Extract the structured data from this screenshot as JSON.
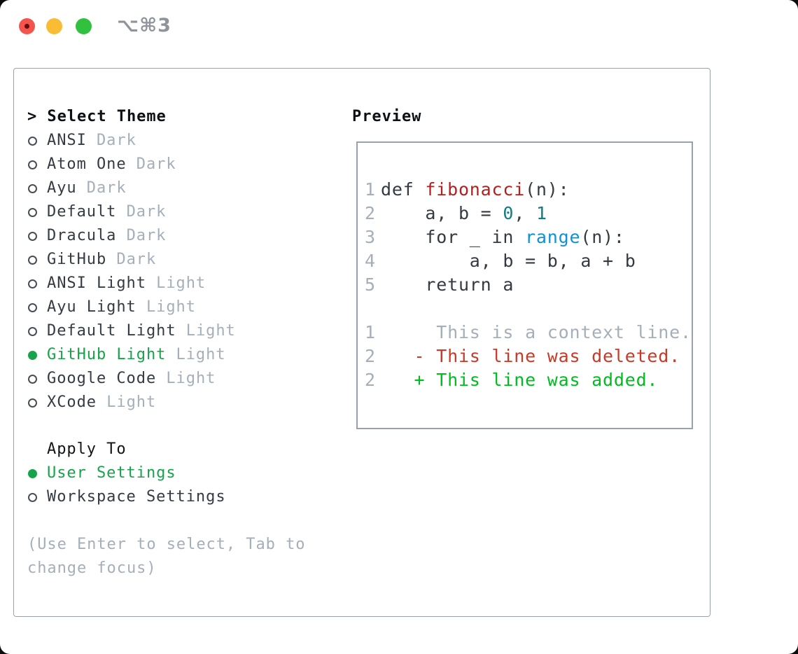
{
  "window": {
    "title_shortcut": "⌥⌘3"
  },
  "colors": {
    "accent_green": "#16a34a",
    "added_green": "#00bc1f",
    "deleted_red": "#c93a26",
    "func_red": "#b2211d",
    "num_teal": "#0d7e83",
    "call_blue": "#1090d8",
    "text_dark": "#343b43",
    "muted_gray": "#a5afb9",
    "border_gray": "#98a2ae",
    "traffic_red": "#f4544c",
    "traffic_yellow": "#f8bc35",
    "traffic_green": "#31c13f",
    "traffic_red_dot": "#5e100a"
  },
  "theme_panel": {
    "header_prefix": ">",
    "header": "Select Theme",
    "items": [
      {
        "label": "ANSI",
        "tag": "Dark",
        "selected": false
      },
      {
        "label": "Atom One",
        "tag": "Dark",
        "selected": false
      },
      {
        "label": "Ayu",
        "tag": "Dark",
        "selected": false
      },
      {
        "label": "Default",
        "tag": "Dark",
        "selected": false
      },
      {
        "label": "Dracula",
        "tag": "Dark",
        "selected": false
      },
      {
        "label": "GitHub",
        "tag": "Dark",
        "selected": false
      },
      {
        "label": "ANSI Light",
        "tag": "Light",
        "selected": false
      },
      {
        "label": "Ayu Light",
        "tag": "Light",
        "selected": false
      },
      {
        "label": "Default Light",
        "tag": "Light",
        "selected": false
      },
      {
        "label": "GitHub Light",
        "tag": "Light",
        "selected": true
      },
      {
        "label": "Google Code",
        "tag": "Light",
        "selected": false
      },
      {
        "label": "XCode",
        "tag": "Light",
        "selected": false
      }
    ]
  },
  "apply_panel": {
    "header": "Apply To",
    "options": [
      {
        "label": "User Settings",
        "selected": true
      },
      {
        "label": "Workspace Settings",
        "selected": false
      }
    ]
  },
  "hint_lines": [
    "(Use Enter to select, Tab to",
    "change focus)"
  ],
  "preview": {
    "header": "Preview",
    "lines": [
      {
        "num": "1",
        "tokens": [
          {
            "t": "def ",
            "c": "code"
          },
          {
            "t": "fibonacci",
            "c": "func"
          },
          {
            "t": "(n):",
            "c": "code"
          }
        ]
      },
      {
        "num": "2",
        "tokens": [
          {
            "t": "    a, b = ",
            "c": "code"
          },
          {
            "t": "0",
            "c": "num"
          },
          {
            "t": ", ",
            "c": "code"
          },
          {
            "t": "1",
            "c": "num"
          }
        ]
      },
      {
        "num": "3",
        "tokens": [
          {
            "t": "    for _ in ",
            "c": "code"
          },
          {
            "t": "range",
            "c": "call"
          },
          {
            "t": "(n):",
            "c": "code"
          }
        ]
      },
      {
        "num": "4",
        "tokens": [
          {
            "t": "        a, b = b, a + b",
            "c": "code"
          }
        ]
      },
      {
        "num": "5",
        "tokens": [
          {
            "t": "    return a",
            "c": "code"
          }
        ]
      },
      {
        "num": "",
        "tokens": []
      },
      {
        "num": "1",
        "tokens": [
          {
            "t": "     This is a context line.",
            "c": "muted"
          }
        ]
      },
      {
        "num": "2",
        "tokens": [
          {
            "t": "   - This line was deleted.",
            "c": "deleted"
          }
        ]
      },
      {
        "num": "2",
        "tokens": [
          {
            "t": "   + This line was added.",
            "c": "added"
          }
        ]
      }
    ]
  }
}
